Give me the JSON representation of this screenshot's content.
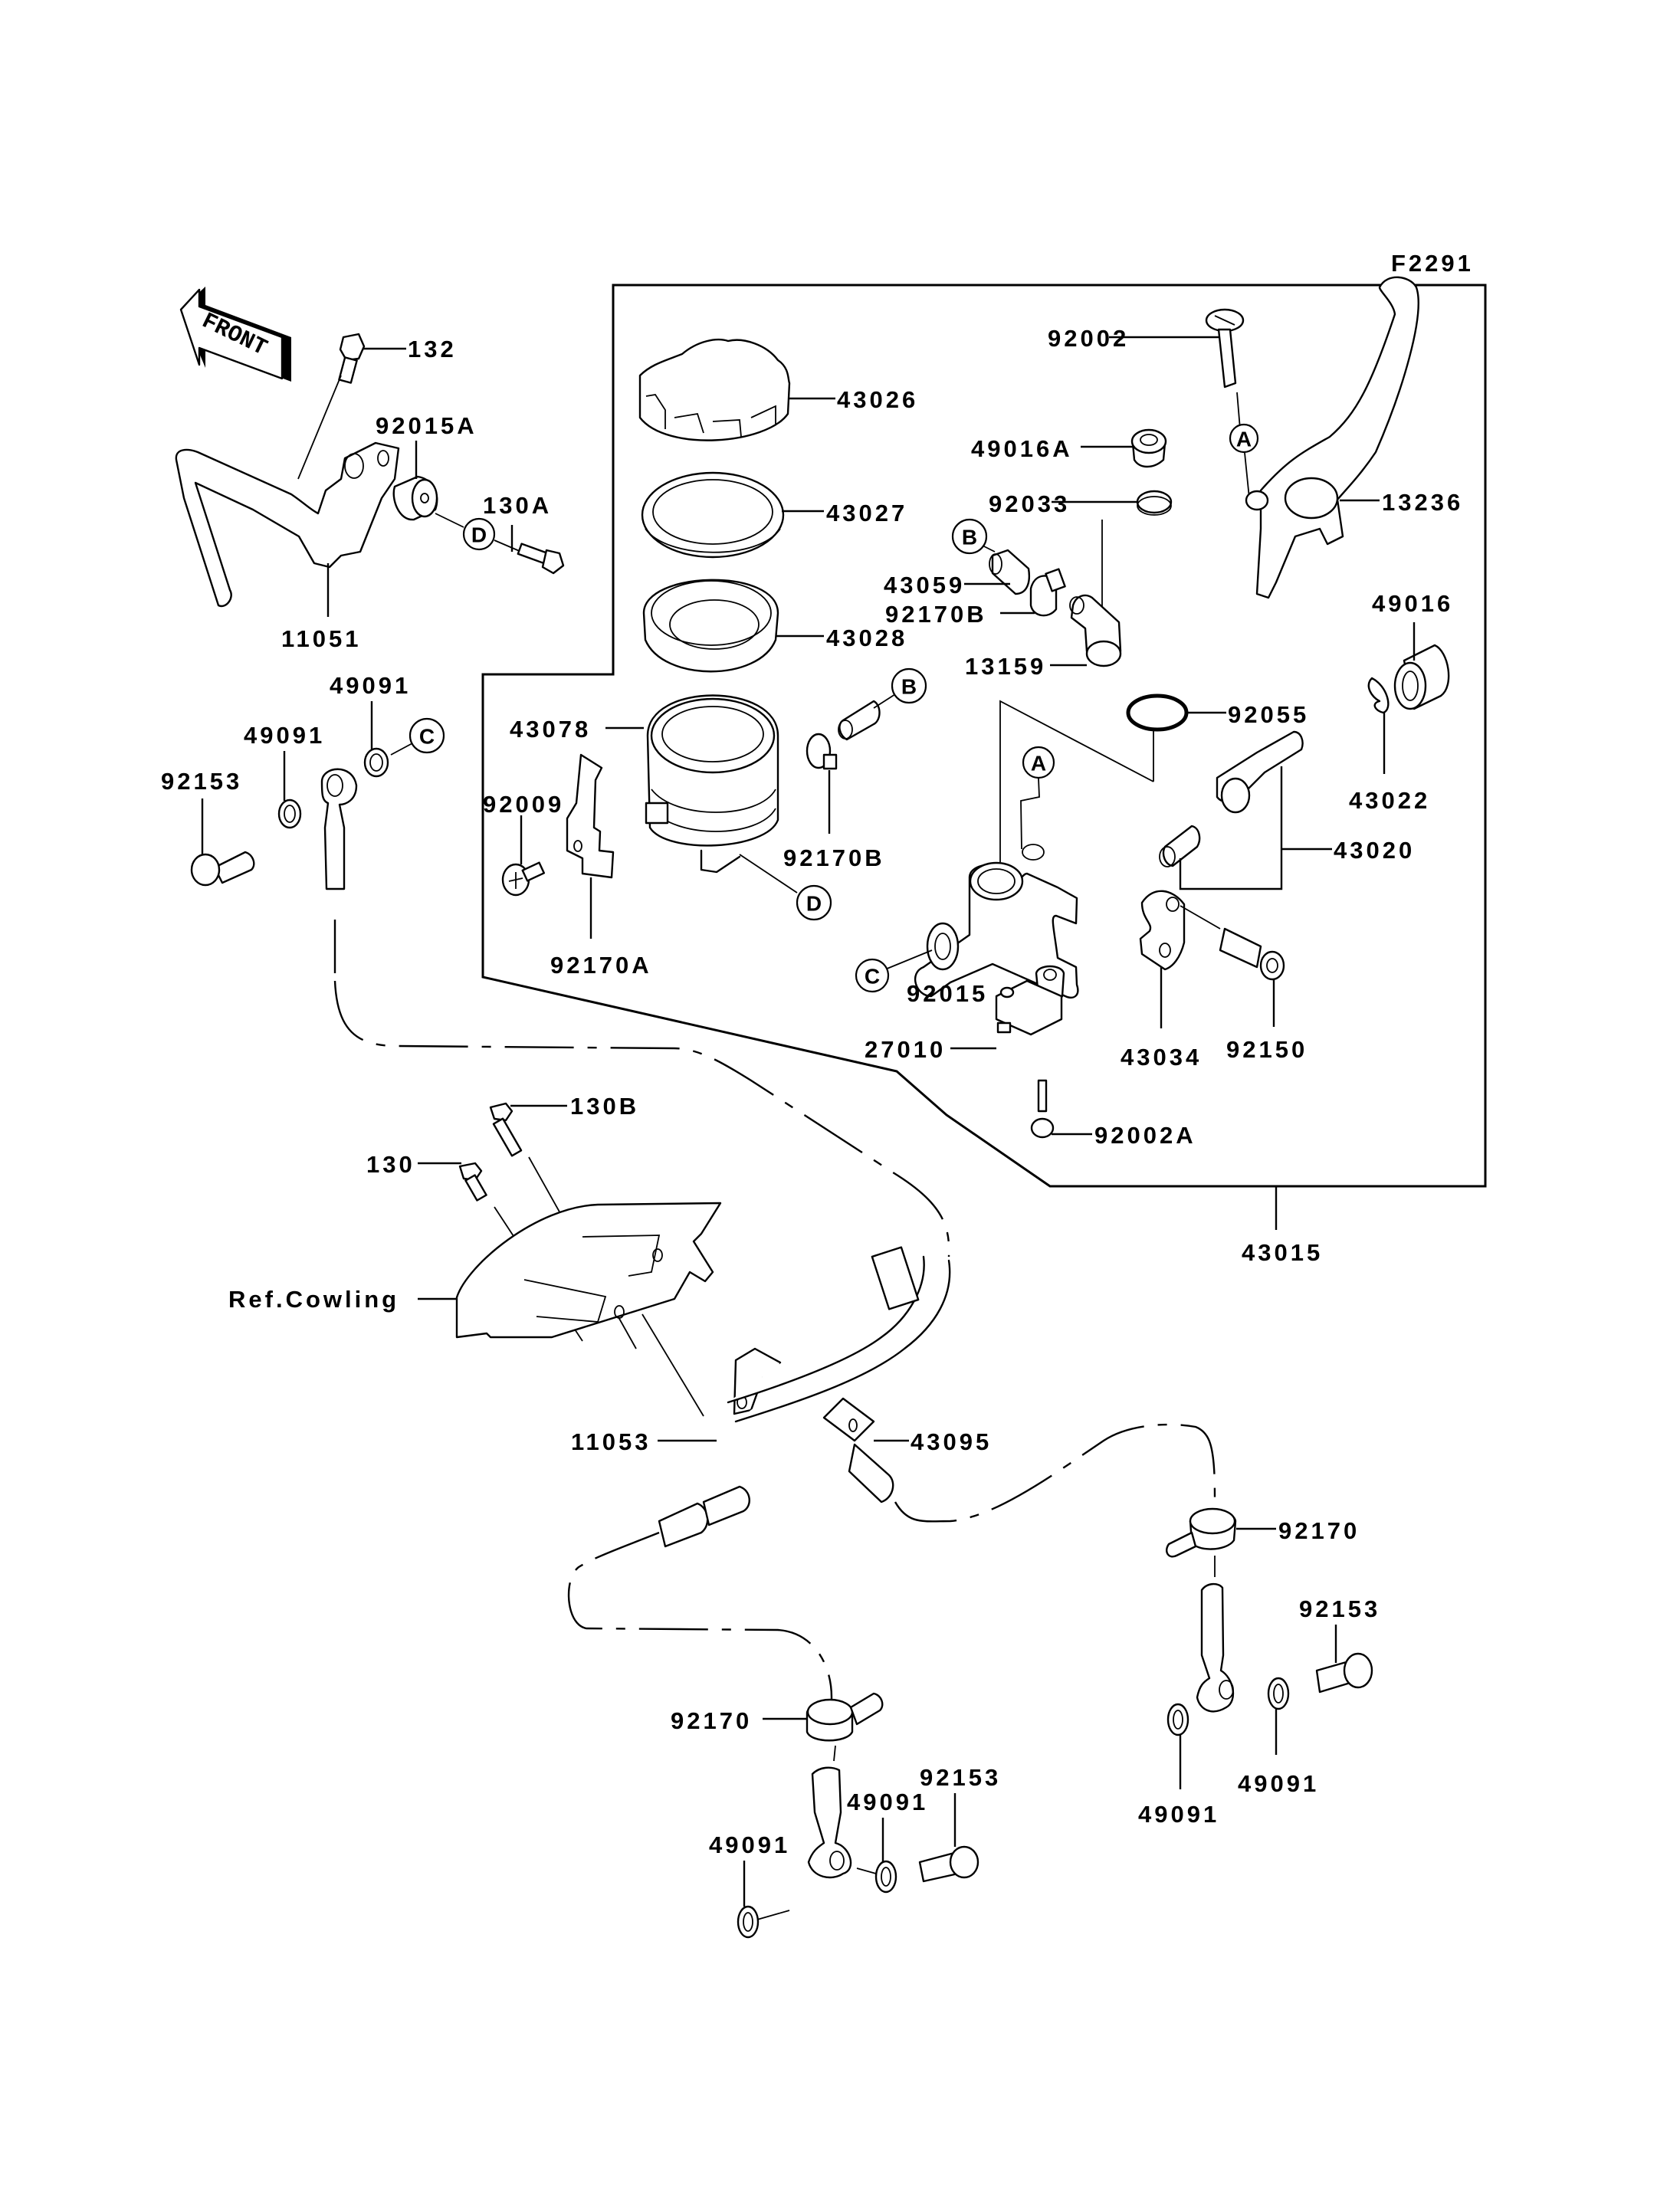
{
  "diagram": {
    "figure_code": "F2291",
    "front_arrow_label": "FRONT",
    "reference_markers": [
      "A",
      "B",
      "C",
      "D"
    ],
    "assembly_part": "43015",
    "ref_note": "Ref.Cowling",
    "parts": {
      "p132": "132",
      "p92015A": "92015A",
      "p130A": "130A",
      "p11051": "11051",
      "p43026": "43026",
      "p43027": "43027",
      "p43028": "43028",
      "p43078": "43078",
      "p92009": "92009",
      "p92170A": "92170A",
      "p92170B_1": "92170B",
      "p92170B_2": "92170B",
      "p43059": "43059",
      "p92002": "92002",
      "p49016A": "49016A",
      "p92033": "92033",
      "p13159": "13159",
      "p13236": "13236",
      "p49016": "49016",
      "p92055": "92055",
      "p43022": "43022",
      "p43020": "43020",
      "p92015": "92015",
      "p43034": "43034",
      "p92150": "92150",
      "p27010": "27010",
      "p92002A": "92002A",
      "p49091_tl1": "49091",
      "p49091_tl2": "49091",
      "p92153_tl": "92153",
      "p130B": "130B",
      "p130": "130",
      "p11053": "11053",
      "p43095": "43095",
      "p92170_bottom": "92170",
      "p49091_b1": "49091",
      "p49091_b2": "49091",
      "p92153_b": "92153",
      "p92170_right": "92170",
      "p92153_r": "92153",
      "p49091_r1": "49091",
      "p49091_r2": "49091"
    }
  }
}
